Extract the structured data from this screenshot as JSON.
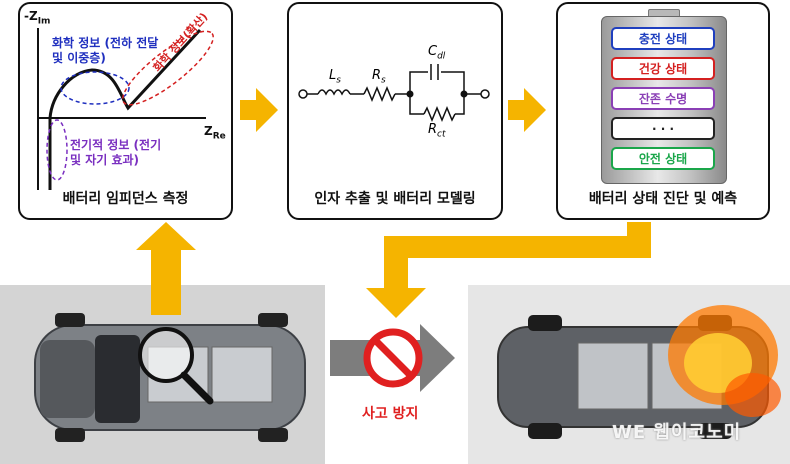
{
  "panels": {
    "impedance": {
      "caption": "배터리 임피던스 측정",
      "axis_y": "-Z",
      "axis_y_sub": "Im",
      "axis_x": "Z",
      "axis_x_sub": "Re",
      "chem_info_line1": "화학 정보 (전하 전달",
      "chem_info_line2": "및 이중층)",
      "diff_info": "화학 정보(확산)",
      "elec_info_line1": "전기적 정보 (전기",
      "elec_info_line2": "및 자기 효과)"
    },
    "modeling": {
      "caption": "인자 추출 및 배터리 모델링",
      "ls": "L",
      "ls_sub": "s",
      "rs": "R",
      "rs_sub": "s",
      "cdl": "C",
      "cdl_sub": "dl",
      "rct": "R",
      "rct_sub": "ct"
    },
    "diagnosis": {
      "caption": "배터리 상태 진단 및 예측",
      "states": [
        {
          "label": "충전 상태",
          "color": "#1f3fbf"
        },
        {
          "label": "건강 상태",
          "color": "#d42020"
        },
        {
          "label": "잔존 수명",
          "color": "#8a3fb5"
        },
        {
          "label": "· · ·",
          "color": "#222222"
        },
        {
          "label": "안전 상태",
          "color": "#1aa64a"
        }
      ]
    }
  },
  "bottom": {
    "prevent_label": "사고 방지"
  },
  "watermark": "WE 웹이코노미",
  "colors": {
    "arrow": "#f5b400",
    "chem_blue": "#1f2fbf",
    "diff_red": "#d42020",
    "elec_purple": "#7a2fc0",
    "forbidden_red": "#e02020"
  }
}
